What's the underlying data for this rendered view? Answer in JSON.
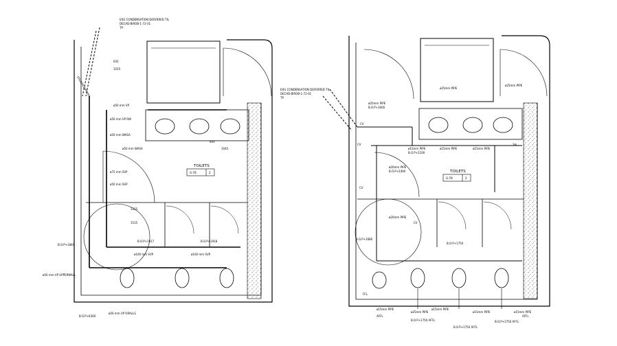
{
  "drawing": {
    "left_plan": {
      "room_name": "TOILETS",
      "room_code": "G-78",
      "room_tag": "2",
      "header_note_1": "EXG CONDENSATION DEFERRED TIL",
      "header_note_2": "DECAD-BIROB-1-72-01",
      "header_note_3": "TP",
      "dim_1": "645",
      "dim_2": "1025",
      "dim_3": "1045",
      "dim_4": "1225",
      "dim_5": "1515",
      "dim_6": "645",
      "label_main_pipe": "ERGEPN EIPFXRA",
      "pipe_label_1": "ø50 mm VP",
      "pipe_label_2": "ø50 mm VP RW",
      "pipe_label_3": "ø50 mm WASA",
      "pipe_label_4": "ø50 mm WASA",
      "pipe_label_5": "ø75 mm SVP",
      "pipe_label_6": "ø50 mm SVP",
      "pipe_label_7": "ø100 mm SVP",
      "pipe_label_8": "ø100 mm SVP",
      "level_1": "B.O.P+1840",
      "level_2": "B.O.P+1917",
      "level_3": "B.O.P+1918",
      "footer_label_1": "ø50 mm VP UPPERWALL",
      "footer_label_2": "ø50 mm VP ORALLS",
      "footer_label_3": "B.O.P+6300"
    },
    "right_plan": {
      "room_name": "TOILETS",
      "room_code": "G-78",
      "room_tag": "2",
      "header_note_1": "EXG CONDENSATION DEFERRED TIL",
      "header_note_2": "DECAD-BIROB-1-72-01",
      "header_note_3": "TP",
      "label_cv_1": "CV",
      "label_cv_2": "CV",
      "label_cv_3": "CV",
      "label_cv_4": "CV",
      "pipe_label_1": "ø25mm PIPE",
      "pipe_label_2": "ø25mm PIPE",
      "pipe_label_3": "ø25mm PIPE",
      "pipe_label_4": "ø15mm PIPE",
      "pipe_label_5": "ø15mm PIPE",
      "pipe_label_6": "ø15mm PIPE",
      "pipe_label_7": "ø20mm PIPE",
      "pipe_label_8": "ø20mm PIPE",
      "level_1": "B.O.P+3000",
      "level_2": "B.O.P+2100",
      "level_3": "B.O.P+2400",
      "level_4": "B.O.P+1680",
      "level_5": "B.O.P+1750",
      "level_6": "FFL",
      "dim_1": "3m",
      "footer_label_1": "ø15mm PIPE",
      "footer_label_2": "ø25mm PIPE",
      "footer_label_3": "ø15mm PIPE",
      "footer_label_4": "ø15mm PIPE",
      "footer_label_5": "ø15mm PIPE",
      "footer_label_6": "B.O.P+1750 AFFL",
      "footer_label_7": "B.O.P+1750 AFFL",
      "footer_label_8": "B.O.P+1750 AFFL",
      "footer_label_9": "AFFL",
      "footer_label_10": "AFFL"
    }
  }
}
